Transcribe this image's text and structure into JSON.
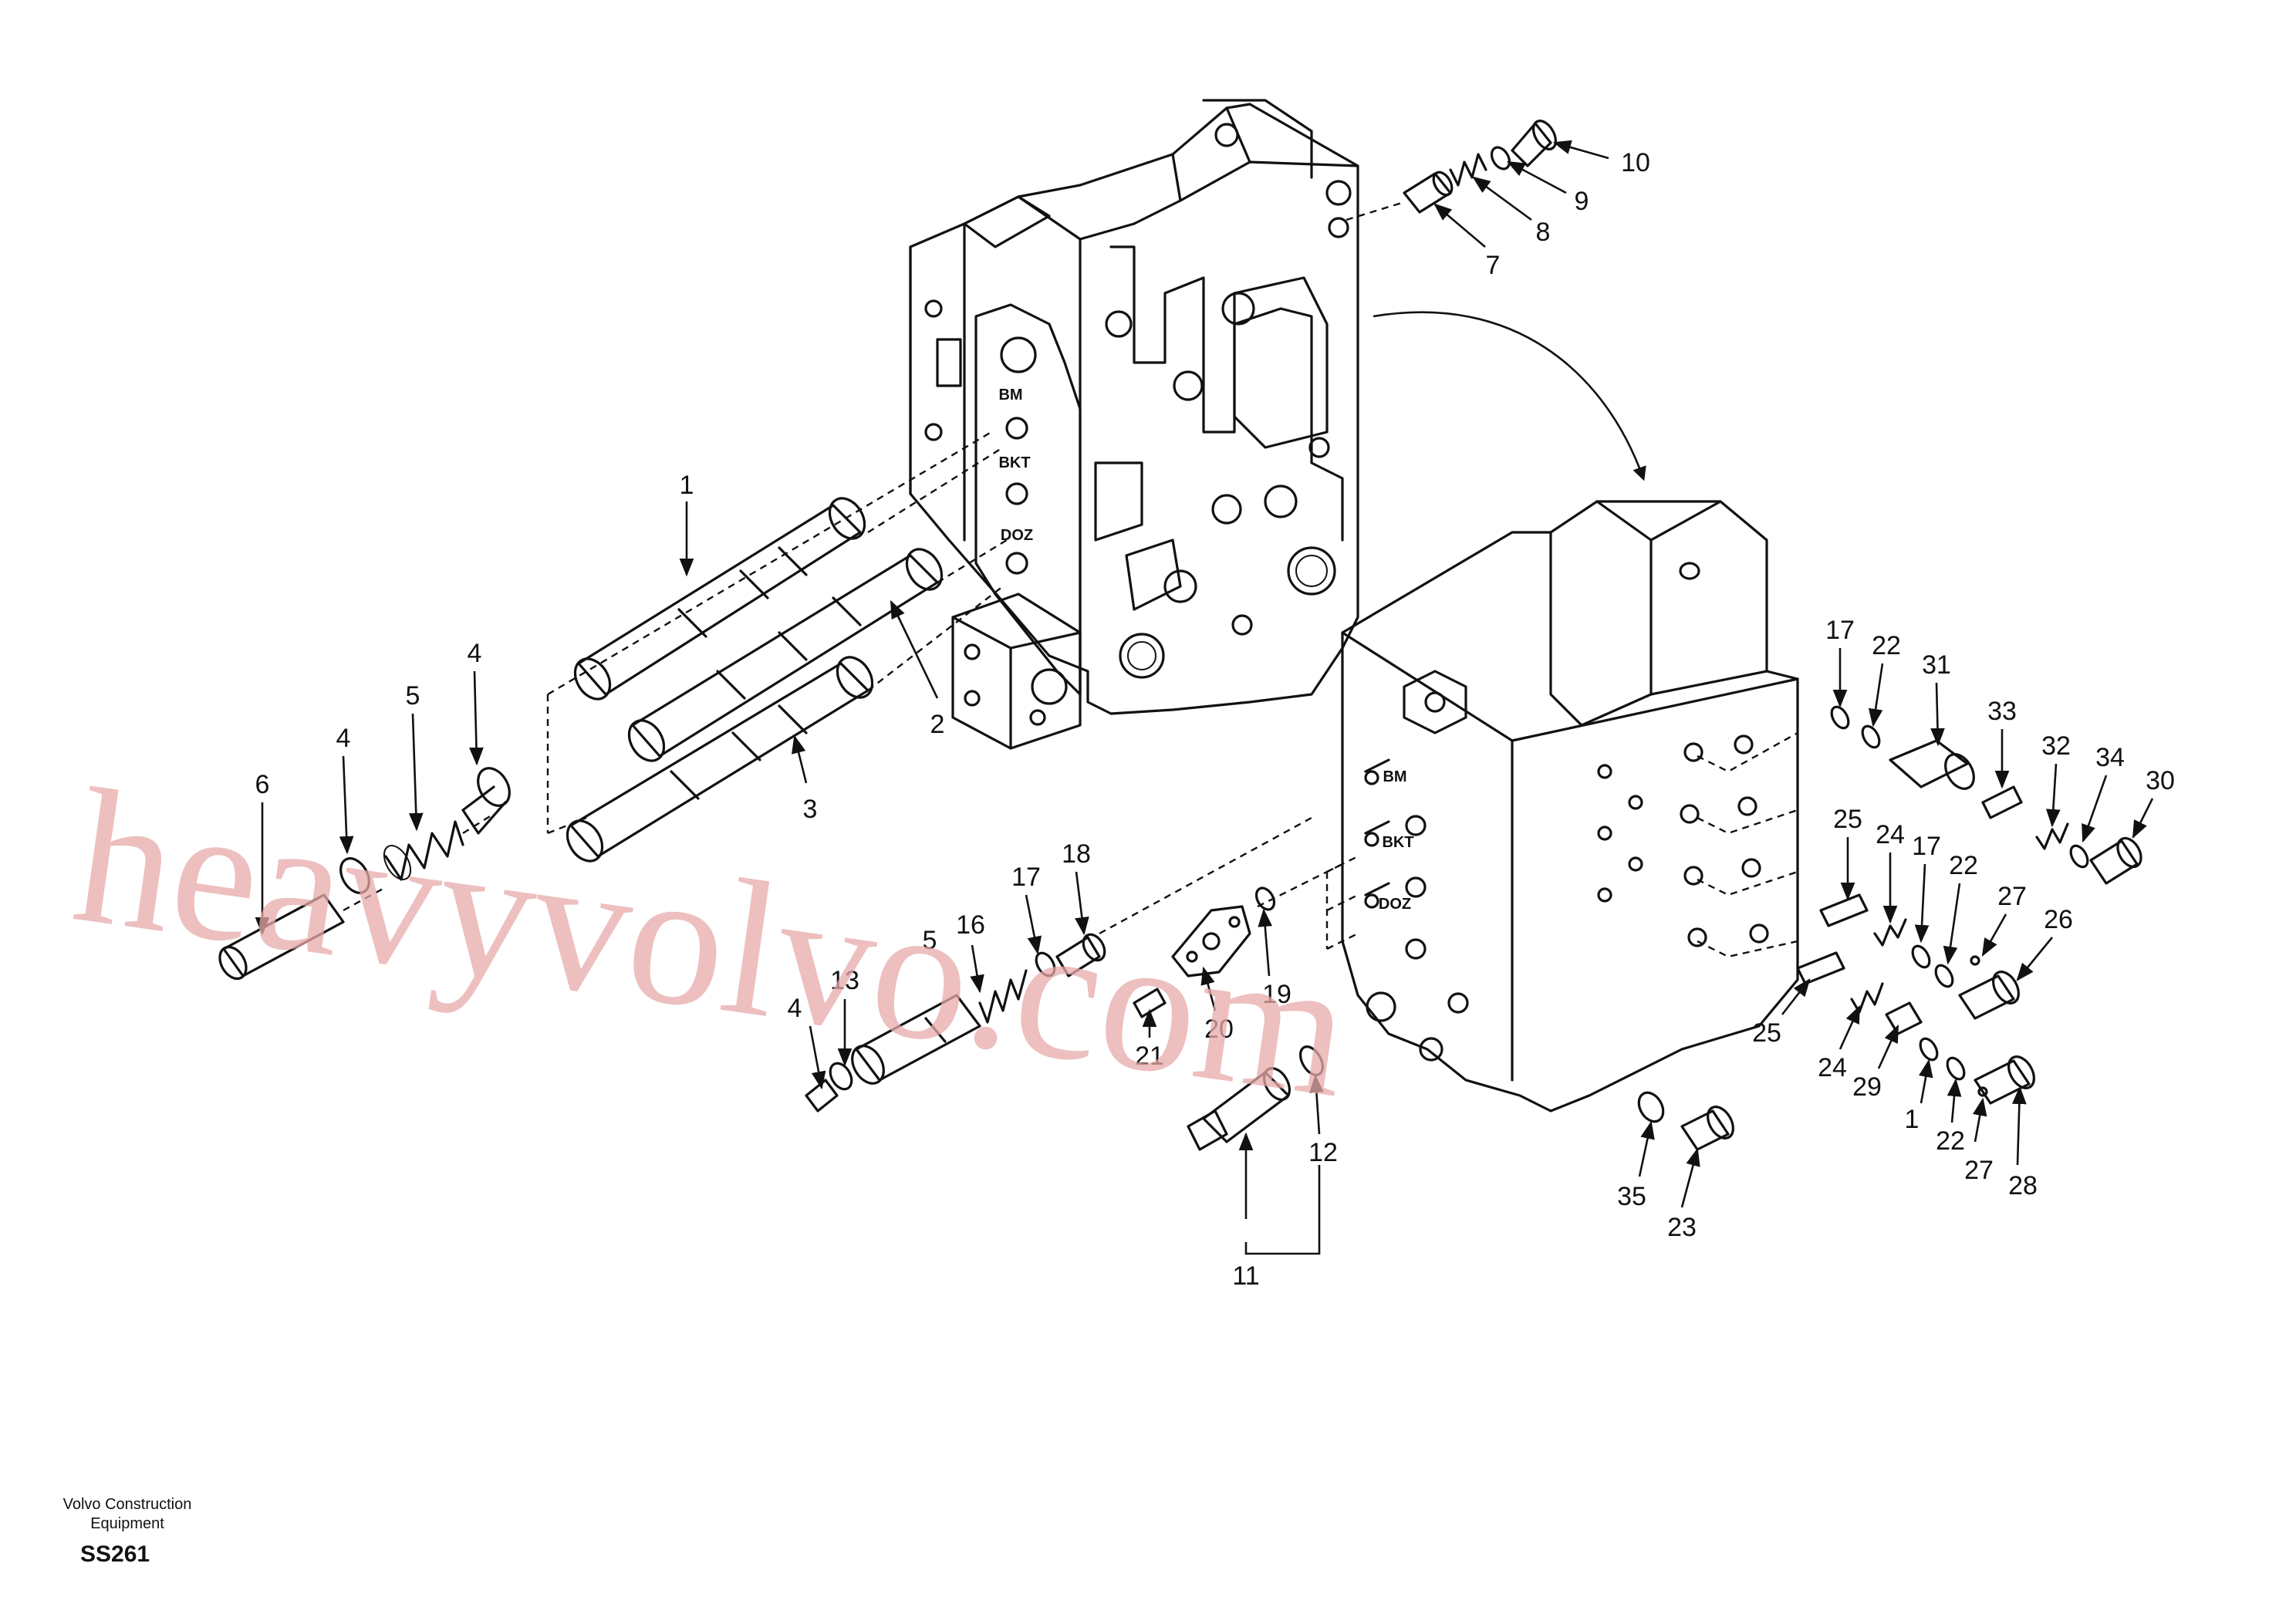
{
  "diagram": {
    "port_labels_rear": [
      "BM",
      "BKT",
      "DOZ"
    ],
    "port_labels_front": [
      "BM",
      "BKT",
      "DOZ"
    ],
    "callouts": [
      {
        "id": "c1",
        "text": "1"
      },
      {
        "id": "c2",
        "text": "2"
      },
      {
        "id": "c3",
        "text": "3"
      },
      {
        "id": "c4a",
        "text": "4"
      },
      {
        "id": "c4b",
        "text": "4"
      },
      {
        "id": "c5",
        "text": "5"
      },
      {
        "id": "c6",
        "text": "6"
      },
      {
        "id": "c7",
        "text": "7"
      },
      {
        "id": "c8",
        "text": "8"
      },
      {
        "id": "c9",
        "text": "9"
      },
      {
        "id": "c10",
        "text": "10"
      },
      {
        "id": "c11",
        "text": "11"
      },
      {
        "id": "c12",
        "text": "12"
      },
      {
        "id": "c13",
        "text": "13"
      },
      {
        "id": "c14",
        "text": "4"
      },
      {
        "id": "c15",
        "text": "5"
      },
      {
        "id": "c16",
        "text": "16"
      },
      {
        "id": "c17a",
        "text": "17"
      },
      {
        "id": "c18",
        "text": "18"
      },
      {
        "id": "c19",
        "text": "19"
      },
      {
        "id": "c20",
        "text": "20"
      },
      {
        "id": "c21",
        "text": "21"
      },
      {
        "id": "c17b",
        "text": "17"
      },
      {
        "id": "c22a",
        "text": "22"
      },
      {
        "id": "c31",
        "text": "31"
      },
      {
        "id": "c33",
        "text": "33"
      },
      {
        "id": "c32",
        "text": "32"
      },
      {
        "id": "c34",
        "text": "34"
      },
      {
        "id": "c30",
        "text": "30"
      },
      {
        "id": "c25a",
        "text": "25"
      },
      {
        "id": "c24a",
        "text": "24"
      },
      {
        "id": "c17c",
        "text": "17"
      },
      {
        "id": "c22b",
        "text": "22"
      },
      {
        "id": "c27a",
        "text": "27"
      },
      {
        "id": "c26",
        "text": "26"
      },
      {
        "id": "c25b",
        "text": "25"
      },
      {
        "id": "c24b",
        "text": "24"
      },
      {
        "id": "c29",
        "text": "29"
      },
      {
        "id": "c1b",
        "text": "1"
      },
      {
        "id": "c22c",
        "text": "22"
      },
      {
        "id": "c27b",
        "text": "27"
      },
      {
        "id": "c28",
        "text": "28"
      },
      {
        "id": "c35",
        "text": "35"
      },
      {
        "id": "c23",
        "text": "23"
      }
    ]
  },
  "watermark": "heavyvolvo.com",
  "footer": {
    "company_line1": "Volvo Construction",
    "company_line2": "Equipment",
    "code": "SS261"
  }
}
